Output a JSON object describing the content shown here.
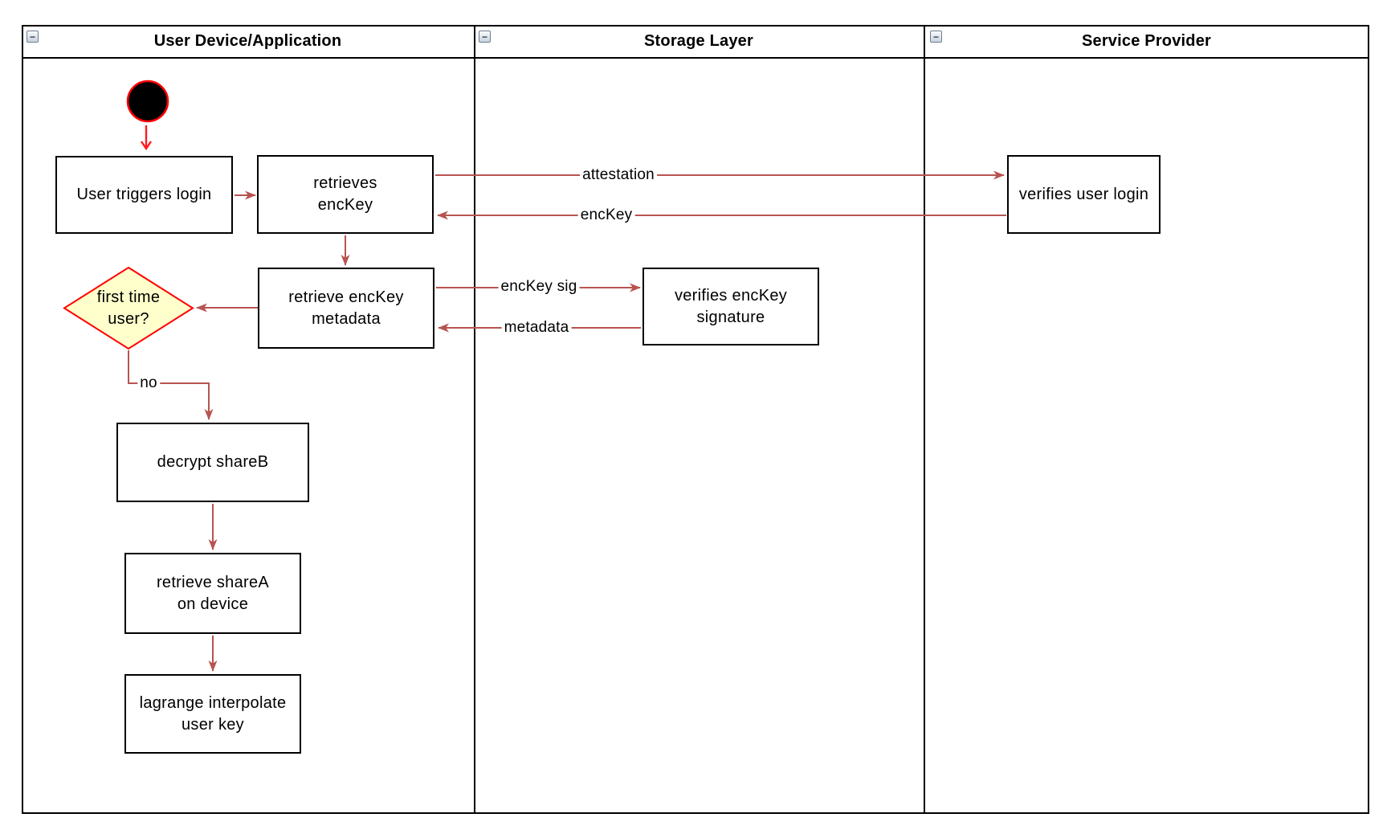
{
  "diagram_type": "activity-diagram-with-swimlanes",
  "colors": {
    "node_border": "#000000",
    "node_fill": "#ffffff",
    "flow_arrow": "#B85450",
    "accent_red": "#FF1A1A",
    "decision_fill": "#FFFFCC",
    "decision_border": "#FF0000",
    "start_node_fill": "#000000"
  },
  "icons": {
    "collapse_minus": "−"
  },
  "lanes": [
    {
      "title": "User Device/Application"
    },
    {
      "title": "Storage Layer"
    },
    {
      "title": "Service Provider"
    }
  ],
  "nodes": {
    "start": {
      "type": "initial-node"
    },
    "user_triggers_login": {
      "label": "User triggers login"
    },
    "retrieves_enckey": {
      "label": "retrieves\nencKey"
    },
    "retrieve_enckey_metadata": {
      "label": "retrieve encKey\nmetadata"
    },
    "first_time_user": {
      "label": "first time\nuser?",
      "type": "decision"
    },
    "decrypt_shareb": {
      "label": "decrypt shareB"
    },
    "retrieve_sharea": {
      "label": "retrieve shareA\non device"
    },
    "lagrange_interpolate": {
      "label": "lagrange interpolate\nuser key"
    },
    "verifies_enckey_signature": {
      "label": "verifies encKey\nsignature"
    },
    "verifies_user_login": {
      "label": "verifies user login"
    }
  },
  "edge_labels": {
    "attestation": "attestation",
    "enckey": "encKey",
    "enckey_sig": "encKey sig",
    "metadata": "metadata",
    "no": "no"
  }
}
